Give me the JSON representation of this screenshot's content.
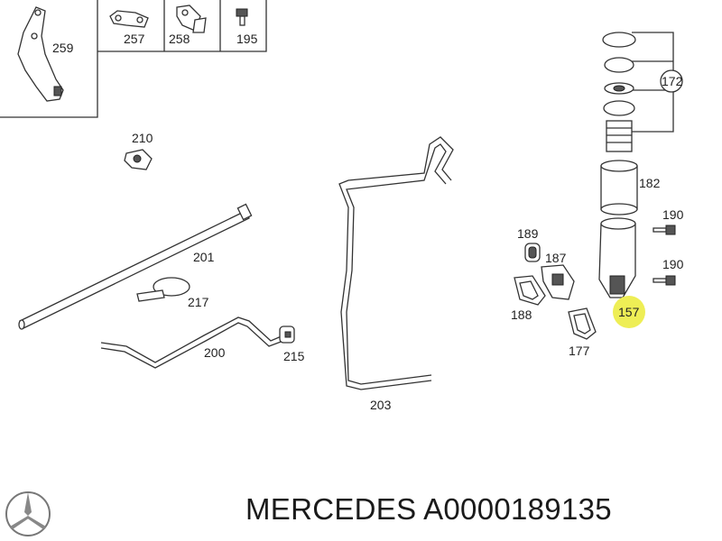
{
  "parts": {
    "p259": "259",
    "p257": "257",
    "p258": "258",
    "p195": "195",
    "p210": "210",
    "p201": "201",
    "p217": "217",
    "p200": "200",
    "p215": "215",
    "p203": "203",
    "p172": "172",
    "p182": "182",
    "p190a": "190",
    "p190b": "190",
    "p189": "189",
    "p187": "187",
    "p188": "188",
    "p157": "157",
    "p177": "177"
  },
  "highlight_color": "#eeee55",
  "footer": {
    "brand_part": "MERCEDES A0000189135"
  },
  "logo": "mercedes-star-icon"
}
